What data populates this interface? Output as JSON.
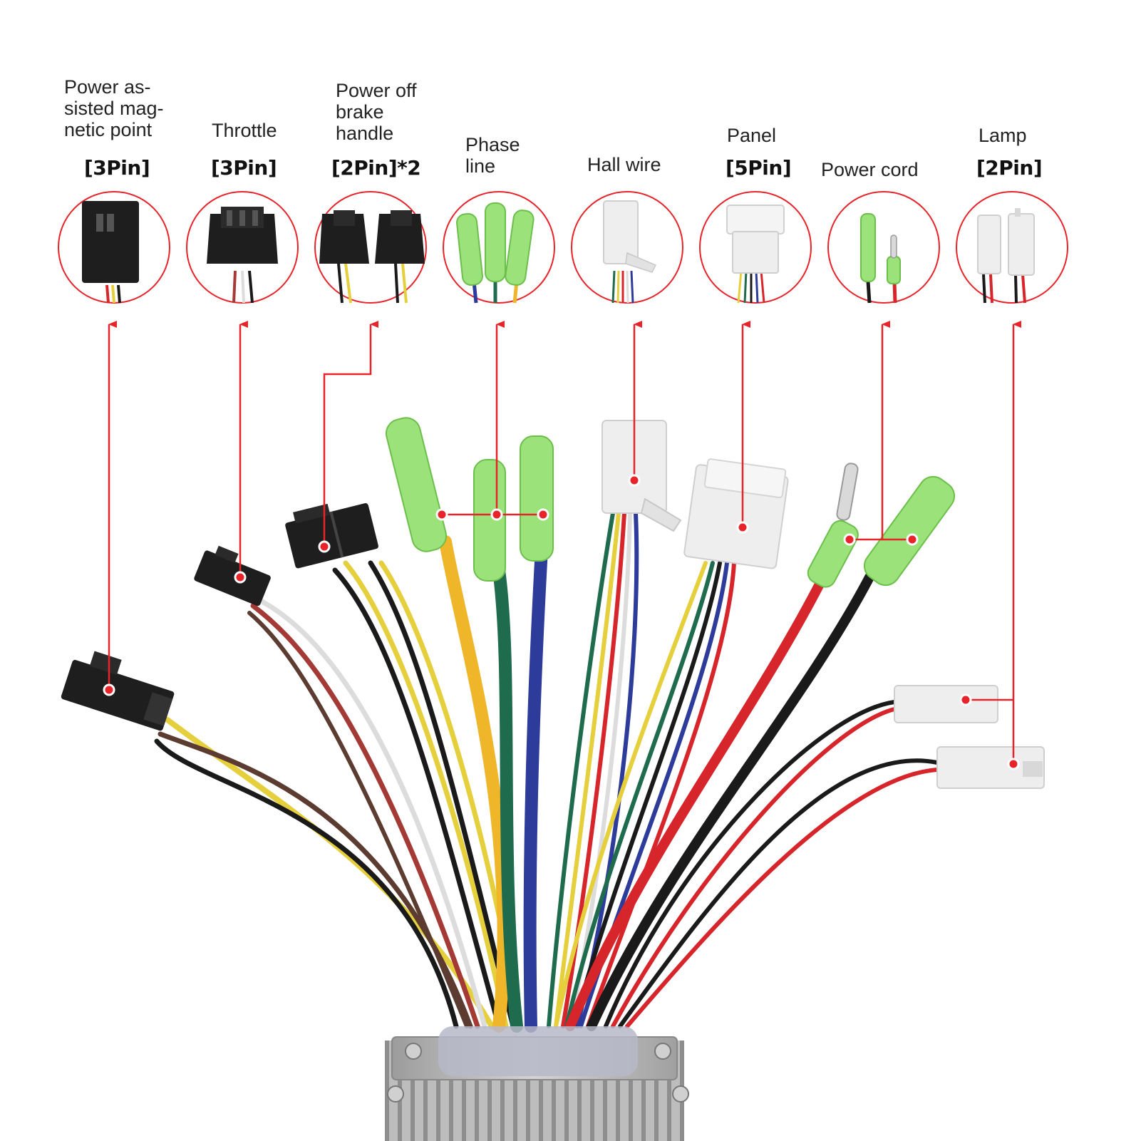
{
  "connectors": [
    {
      "id": "assist",
      "name": "Power as-\nsisted mag-\nnetic point",
      "pins": "[3Pin]"
    },
    {
      "id": "throttle",
      "name": "Throttle",
      "pins": "[3Pin]"
    },
    {
      "id": "brake",
      "name": "Power off\nbrake\nhandle",
      "pins": "[2Pin]*2"
    },
    {
      "id": "phase",
      "name": "Phase\nline",
      "pins": ""
    },
    {
      "id": "hall",
      "name": "Hall wire",
      "pins": ""
    },
    {
      "id": "panel",
      "name": "Panel",
      "pins": "[5Pin]"
    },
    {
      "id": "power",
      "name": "Power cord",
      "pins": ""
    },
    {
      "id": "lamp",
      "name": "Lamp",
      "pins": "[2Pin]"
    }
  ],
  "colors": {
    "accent": "#e8232a",
    "background": "#ffffff",
    "connector_black": "#1e1e1e",
    "connector_white": "#eeeeee",
    "sleeve_green": "#9be27a",
    "wire_red": "#d7262b",
    "wire_black": "#1a1a1a",
    "wire_yellow": "#e6cf3c",
    "wire_orange_yellow": "#f0b62a",
    "wire_green": "#1f6b4d",
    "wire_blue": "#2d3b9a",
    "wire_brown": "#5c3b30",
    "wire_white": "#dcdcdc",
    "housing": "#b8b8b8"
  }
}
